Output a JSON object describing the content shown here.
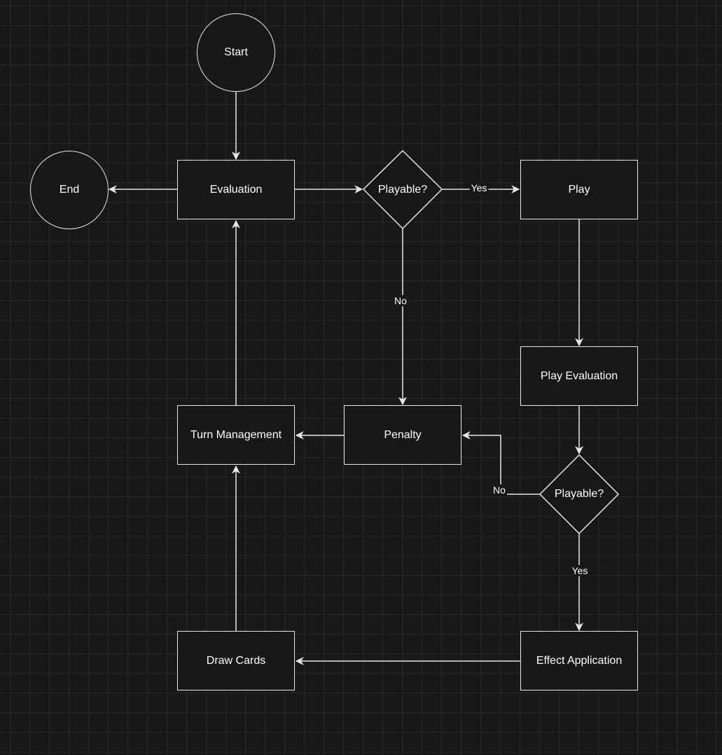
{
  "nodes": {
    "start": "Start",
    "end": "End",
    "evaluation": "Evaluation",
    "playable_top": "Playable?",
    "play": "Play",
    "play_evaluation": "Play Evaluation",
    "playable_bottom": "Playable?",
    "effect_application": "Effect Application",
    "draw_cards": "Draw Cards",
    "turn_management": "Turn Management",
    "penalty": "Penalty"
  },
  "edge_labels": {
    "top_yes": "Yes",
    "top_no": "No",
    "bottom_no": "No",
    "bottom_yes": "Yes"
  },
  "colors": {
    "background": "#181818",
    "grid": "#262626",
    "stroke": "#e6e6e6",
    "text": "#ffffff"
  }
}
